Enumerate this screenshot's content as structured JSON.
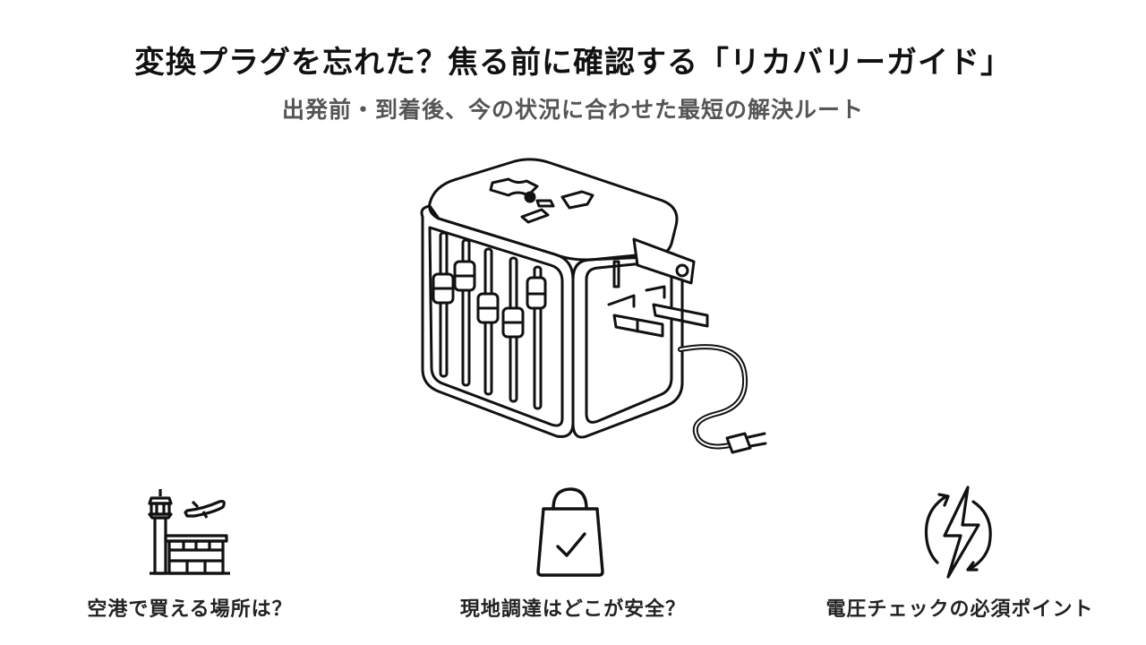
{
  "header": {
    "title": "変換プラグを忘れた？焦る前に確認する「リカバリーガイド」",
    "subtitle": "出発前・到着後、今の状況に合わせた最短の解決ルート"
  },
  "hero": {
    "icon": "universal-travel-adapter-illustration"
  },
  "features": [
    {
      "icon": "airport-tower-plane-icon",
      "label": "空港で買える場所は？"
    },
    {
      "icon": "shopping-bag-check-icon",
      "label": "現地調達はどこが安全？"
    },
    {
      "icon": "voltage-cycle-lightning-icon",
      "label": "電圧チェックの必須ポイント"
    }
  ],
  "colors": {
    "background": "#ffffff",
    "title": "#111111",
    "subtitle": "#555555",
    "line_art": "#111111"
  }
}
